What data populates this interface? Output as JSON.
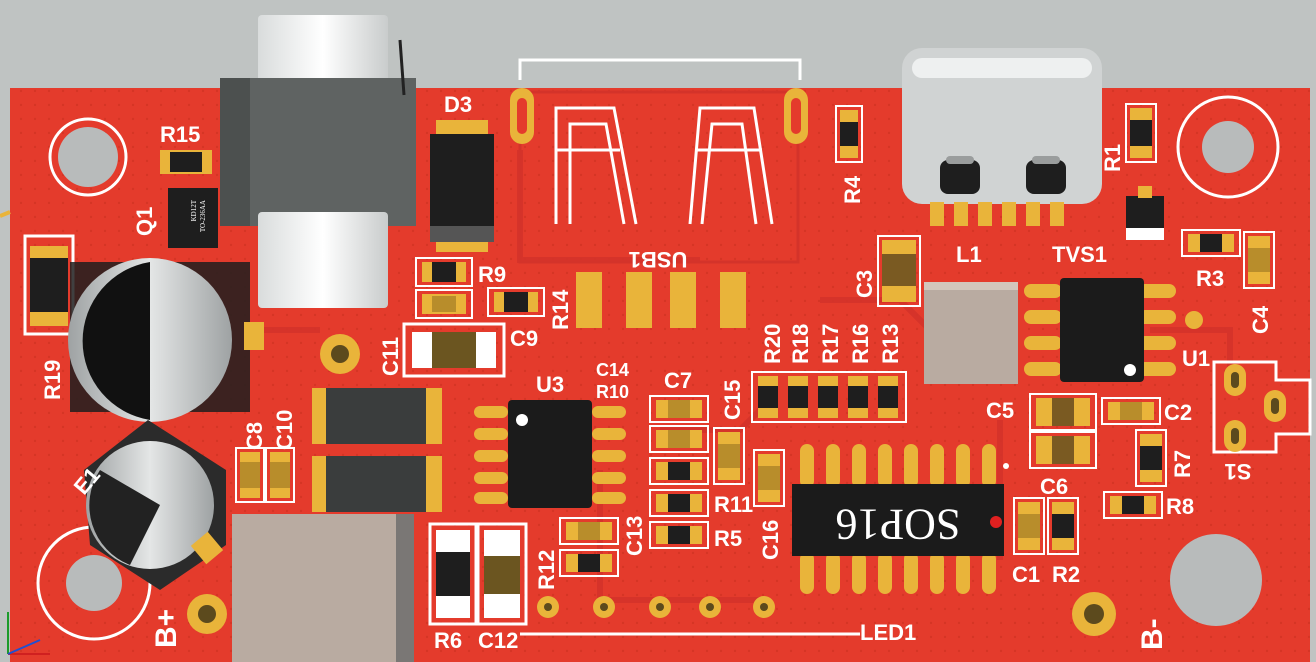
{
  "board": {
    "colors": {
      "background": "#bfc3c2",
      "solder_mask": "#e43b2c",
      "copper_pad": "#e9b43a",
      "silkscreen": "#ffffff",
      "ic_body": "#1b1b1b"
    },
    "labels": {
      "R15": "R15",
      "Q1": "Q1",
      "R19": "R19",
      "E1": "E1",
      "B_plus": "B+",
      "D3": "D3",
      "R9": "R9",
      "C9": "C9",
      "C11": "C11",
      "C8": "C8",
      "C10": "C10",
      "USB1": "USB1",
      "R14": "R14",
      "U3": "U3",
      "C14": "C14",
      "R10": "R10",
      "C7": "C7",
      "C15": "C15",
      "R11": "R11",
      "R5": "R5",
      "C13": "C13",
      "C16": "C16",
      "R12": "R12",
      "R6": "R6",
      "C12": "C12",
      "R4": "R4",
      "R20": "R20",
      "R18": "R18",
      "R17": "R17",
      "R16": "R16",
      "R13": "R13",
      "LED1": "LED1",
      "C3": "C3",
      "L1": "L1",
      "TVS1": "TVS1",
      "R1": "R1",
      "R3": "R3",
      "C4": "C4",
      "U1": "U1",
      "C5": "C5",
      "C2": "C2",
      "R7": "R7",
      "C6": "C6",
      "R8": "R8",
      "C1": "C1",
      "R2": "R2",
      "B_minus": "B-",
      "S1": "S1"
    },
    "chip_marks": {
      "U3": "SOP16",
      "Q1_line1": "KD12T",
      "Q1_line2": "TO-236AA"
    }
  }
}
